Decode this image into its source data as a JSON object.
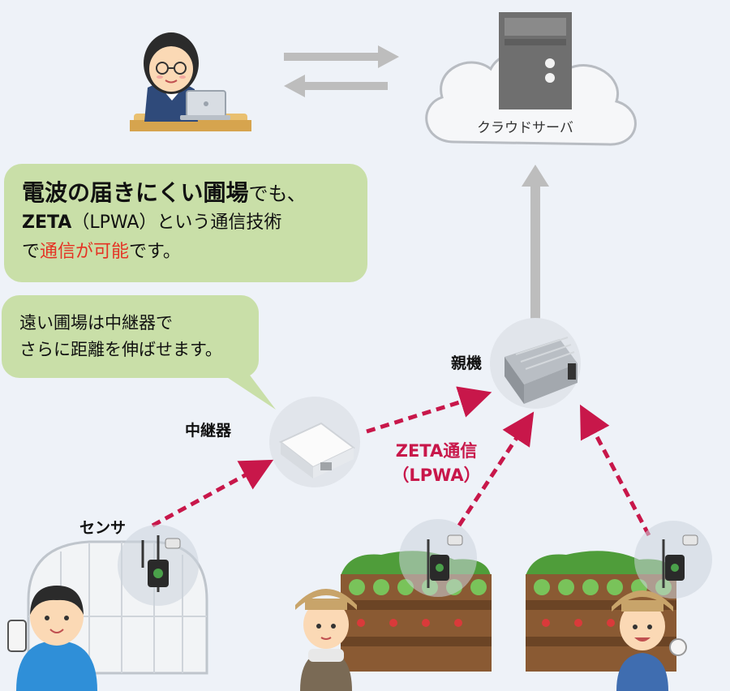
{
  "cloud_label": "クラウドサーバ",
  "callout_main": {
    "line1_bold": "電波の届きにくい圃場",
    "line1_rest": "でも、",
    "line2_bold": "ZETA",
    "line2_rest": "（LPWA）という通信技術",
    "line3_pre": "で",
    "line3_red": "通信が可能",
    "line3_post": "です。"
  },
  "callout_sub": {
    "line1": "遠い圃場は中継器で",
    "line2": "さらに距離を伸ばせます。"
  },
  "labels": {
    "repeater": "中継器",
    "parent": "親機",
    "sensor": "センサ",
    "zeta_line1": "ZETA通信",
    "zeta_line2": "（LPWA）"
  },
  "colors": {
    "background": "#eef2f8",
    "bubble": "#c9dfa8",
    "highlight_red": "#e53324",
    "link_arrow": "#c8174a",
    "gray_arrow": "#bdbdbd"
  }
}
